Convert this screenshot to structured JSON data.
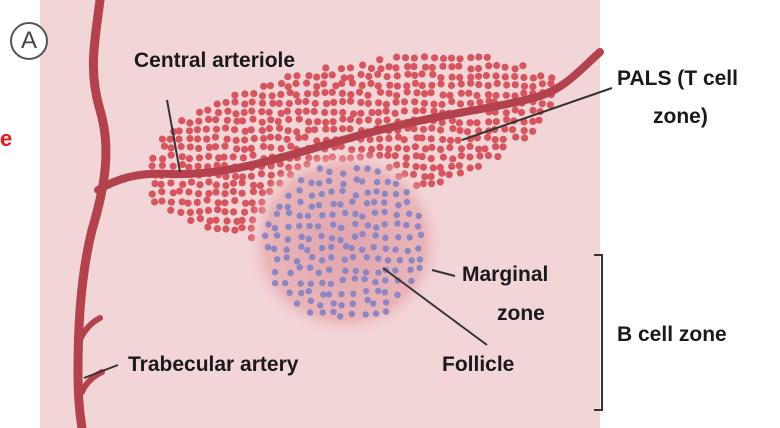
{
  "panel_letter": "A",
  "cut_label": "e",
  "labels": {
    "central_arteriole": "Central arteriole",
    "pals_line1": "PALS (T cell",
    "pals_line2": "zone)",
    "marginal_line1": "Marginal",
    "marginal_line2": "zone",
    "b_cell_zone": "B cell zone",
    "trabecular_artery": "Trabecular artery",
    "follicle": "Follicle"
  },
  "colors": {
    "background_tissue": "#f3d6d8",
    "vessel": "#b3424c",
    "t_cells": "#d9555d",
    "b_cells": "#8b86c4",
    "marginal_halo": "#e7a9ad",
    "label_red": "#e8141b"
  }
}
